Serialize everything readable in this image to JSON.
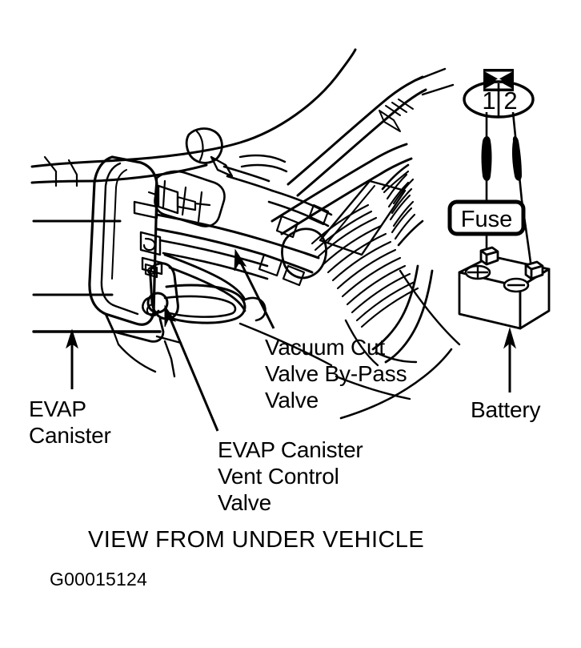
{
  "figure": {
    "id": "G00015124",
    "caption": "VIEW FROM UNDER VEHICLE",
    "kind": "automotive-service-line-drawing",
    "background_color": "#ffffff",
    "line_color": "#000000"
  },
  "callouts": {
    "evap_canister": "EVAP\nCanister",
    "evap_canister_vent_control_valve": "EVAP Canister\nVent Control\nValve",
    "vacuum_cut_valve_bypass_valve": "Vacuum Cut\nValve By-Pass\nValve",
    "battery": "Battery"
  },
  "schematic": {
    "connector_pins": [
      "1",
      "2"
    ],
    "fuse_label": "Fuse",
    "battery_positive": "+",
    "battery_negative": "-"
  }
}
